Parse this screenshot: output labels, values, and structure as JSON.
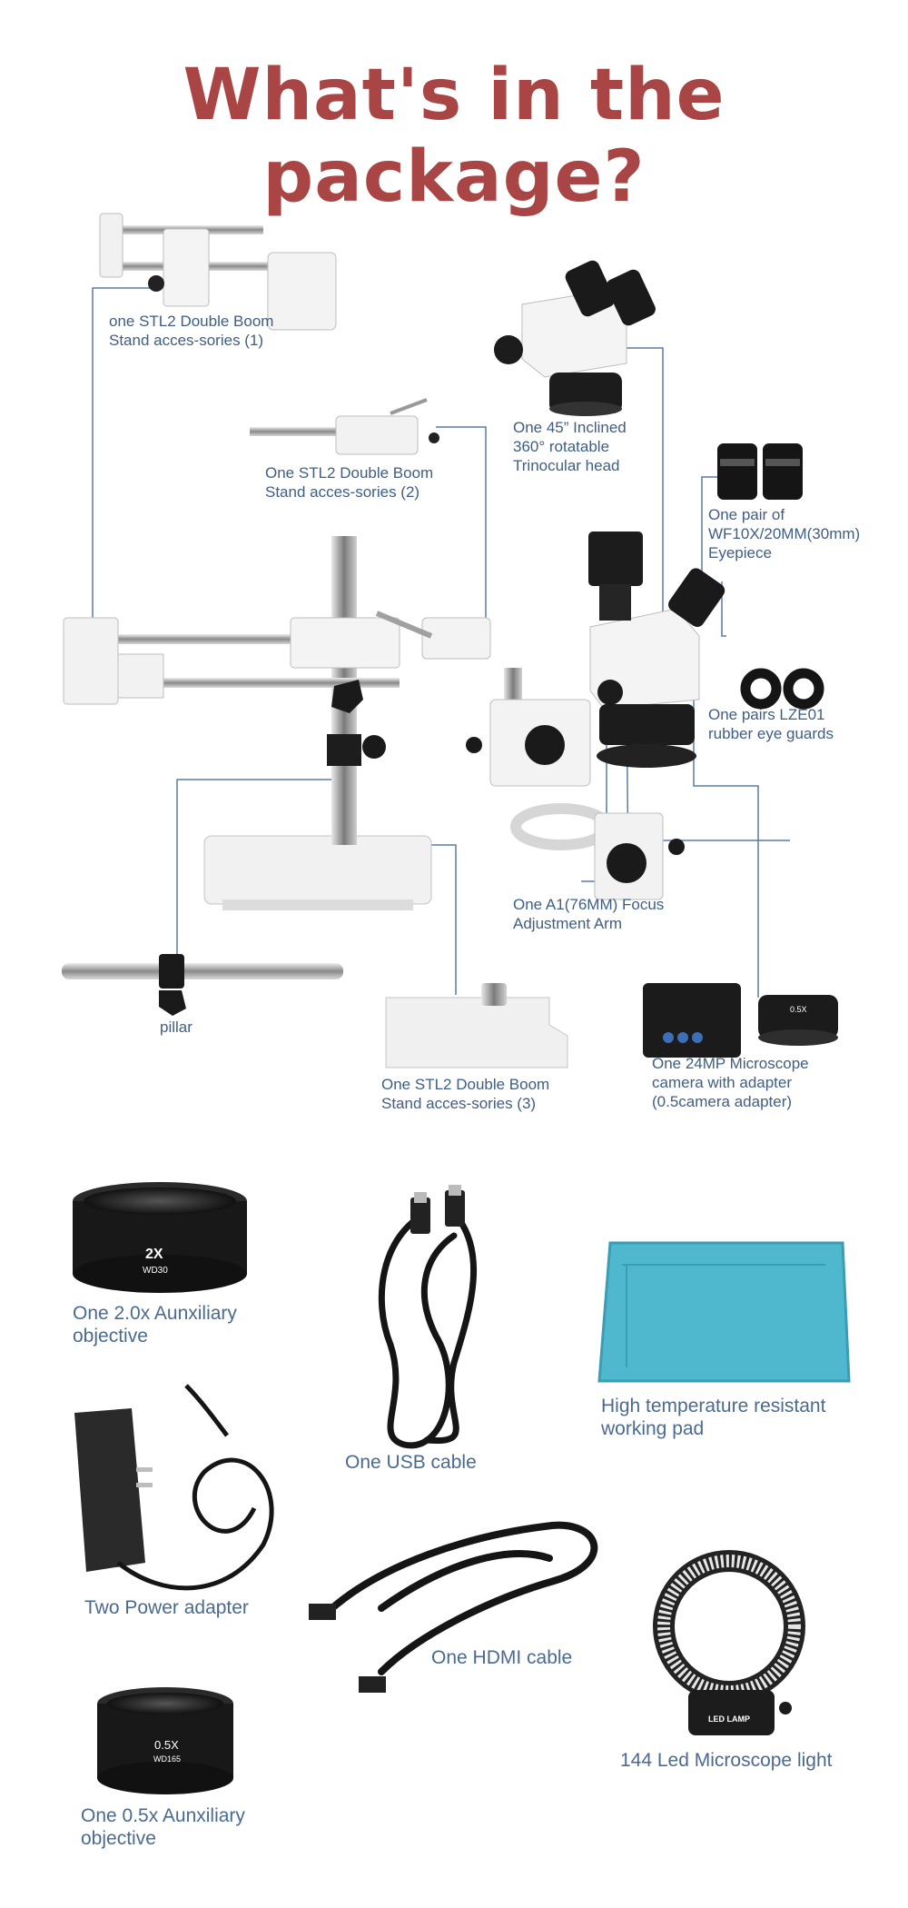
{
  "title": "What's in the package?",
  "labels": {
    "boom1": "one STL2 Double Boom\nStand acces-sories (1)",
    "boom2": "One STL2 Double Boom\nStand acces-sories (2)",
    "head": "One 45” Inclined\n360° rotatable\nTrinocular head",
    "eyepiece": "One pair of\nWF10X/20MM(30mm)\nEyepiece",
    "guards": "One pairs LZE01\nrubber eye guards",
    "focus_arm": "One A1(76MM) Focus\nAdjustment Arm",
    "pillar": "pillar",
    "boom3": "One STL2 Double Boom\nStand acces-sories (3)",
    "camera": "One 24MP Microscope\ncamera with adapter\n(0.5camera adapter)",
    "obj2x": "One 2.0x Aunxiliary\nobjective",
    "usb": "One  USB cable",
    "pad": "High temperature resistant\nworking pad",
    "power": "Two Power adapter",
    "hdmi": "One HDMI cable",
    "obj05x": "One 0.5x Aunxiliary\nobjective",
    "led": "144 Led Microscope  light"
  },
  "engravings": {
    "obj2x_mag": "2X",
    "obj2x_wd": "WD30",
    "obj05x_mag": "0.5X",
    "obj05x_wd": "WD165",
    "adapter": "0.5X",
    "ring": "LED LAMP"
  },
  "colors": {
    "title": "#a94545",
    "label": "#3f5e82",
    "leader": "#5b7ca6",
    "pad": "#4fb8cf"
  }
}
